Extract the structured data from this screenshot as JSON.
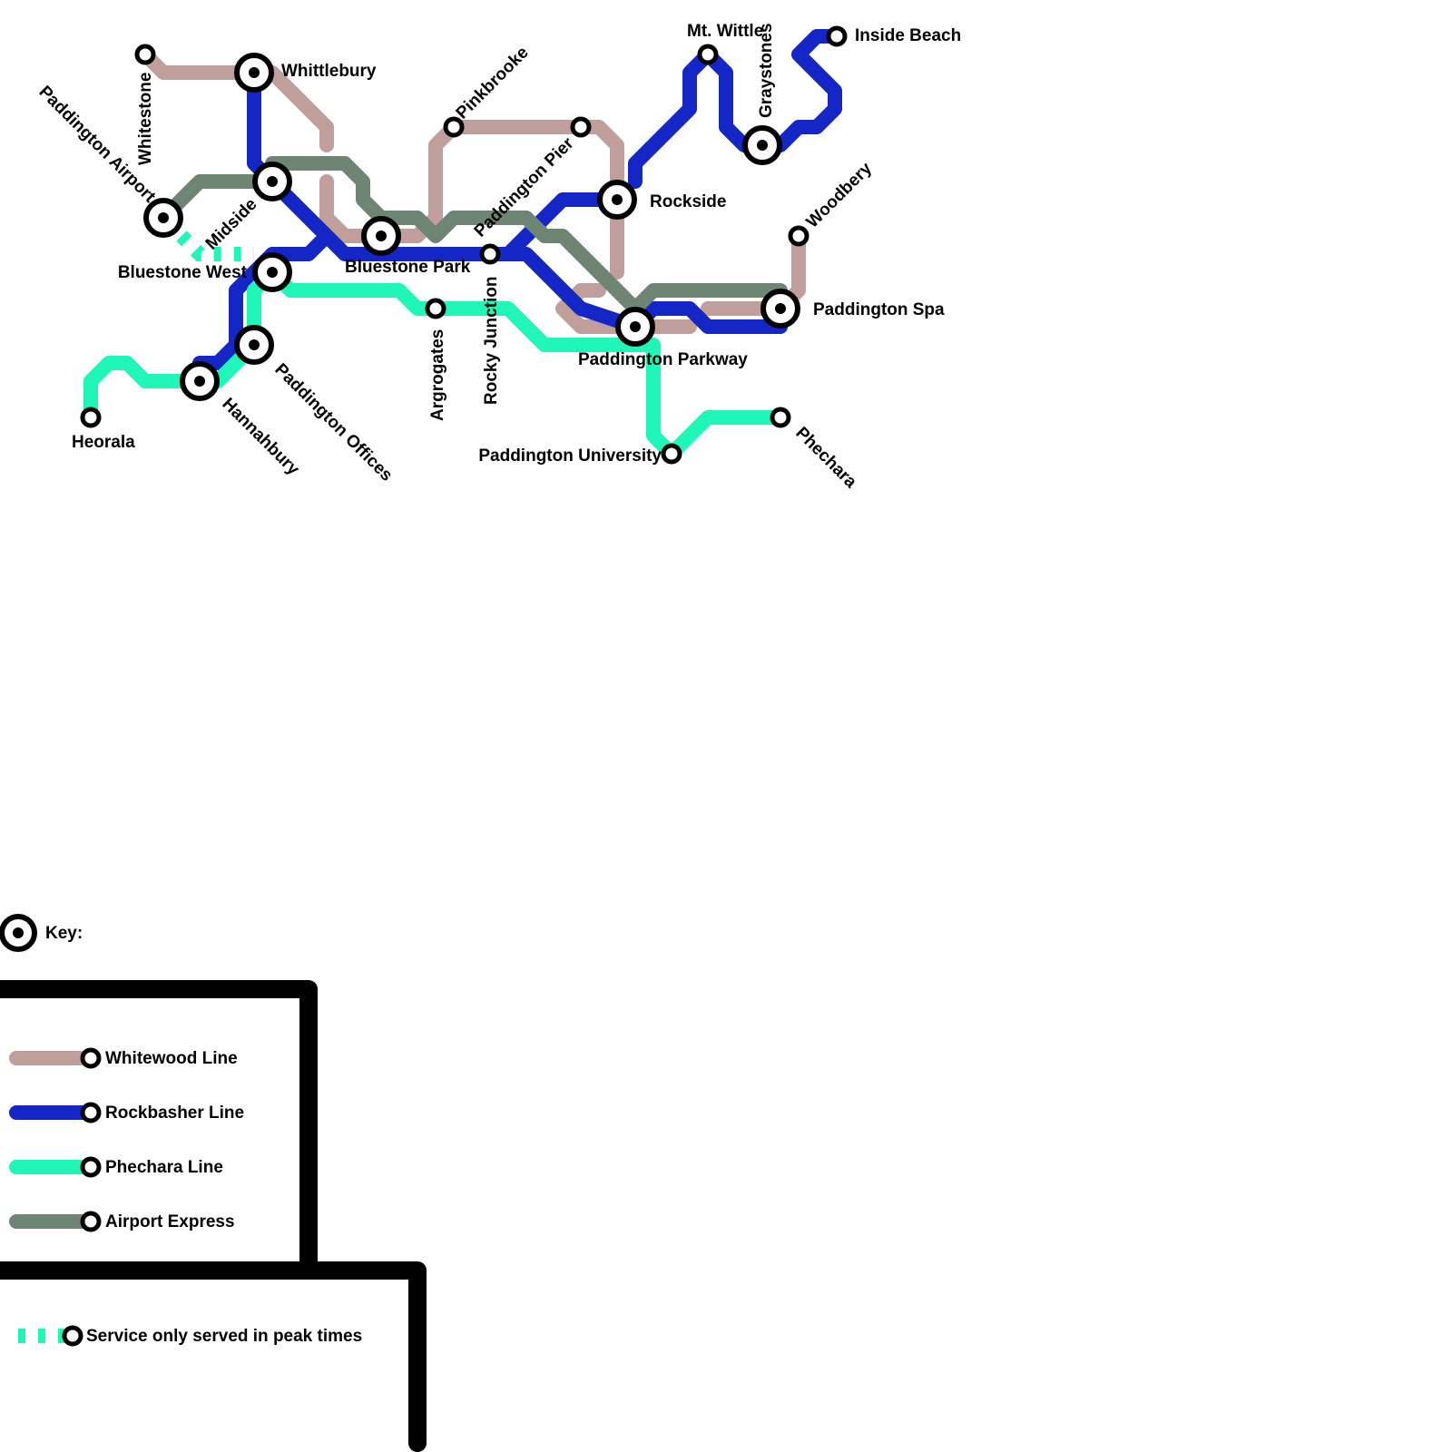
{
  "lines": [
    {
      "id": "whitewood",
      "name": "Whitewood Line",
      "color": "#c09e9c"
    },
    {
      "id": "rockbasher",
      "name": "Rockbasher Line",
      "color": "#1427c6"
    },
    {
      "id": "phechara",
      "name": "Phechara Line",
      "color": "#1ff6b7"
    },
    {
      "id": "airport",
      "name": "Airport Express",
      "color": "#6e8574"
    }
  ],
  "stations": {
    "whittlebury": "Whittlebury",
    "whitestone": "Whitestone",
    "paddington_airport": "Paddington Airport",
    "midside": "Midside",
    "bluestone_west": "Bluestone West",
    "bluestone_park": "Bluestone Park",
    "pinkbrooke": "Pinkbrooke",
    "paddington_pier": "Paddington Pier",
    "rocky_junction": "Rocky Junction",
    "argrogates": "Argrogates",
    "rockside": "Rockside",
    "mt_wittle": "Mt. Wittle",
    "graystones": "Graystones",
    "inside_beach": "Inside Beach",
    "woodbery": "Woodbery",
    "paddington_spa": "Paddington Spa",
    "paddington_parkway": "Paddington Parkway",
    "paddington_university": "Paddington University",
    "phechara": "Phechara",
    "heorala": "Heorala",
    "hannahbury": "Hannahbury",
    "paddington_offices": "Paddington Offices"
  },
  "legend": {
    "key_label": "Key:",
    "peak_label": "Service only served in peak times",
    "peak_color": "#1ff6b7"
  },
  "icons": {
    "interchange": "interchange-station-icon",
    "station": "station-icon"
  }
}
